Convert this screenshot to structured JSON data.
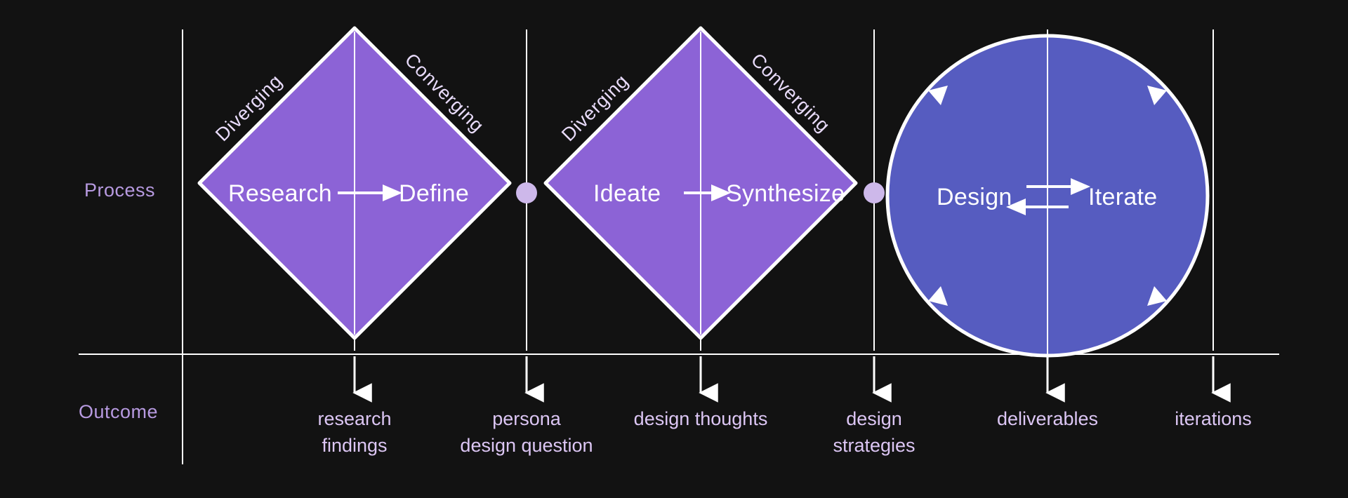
{
  "diagram": {
    "background_color": "#121212",
    "row_labels": {
      "process": "Process",
      "outcome": "Outcome"
    },
    "colors": {
      "diamond_fill": "#8C63D6",
      "circle_fill": "#565CC0",
      "dot_fill": "#CDB8EA",
      "stroke": "#FFFFFF",
      "row_label": "#B79AE0",
      "outcome_label": "#DCC6F4",
      "stage_label": "#FFFFFF",
      "phase_label": "#E9DCFB"
    },
    "phases": [
      {
        "shape": "diamond",
        "diverging_label": "Diverging",
        "converging_label": "Converging",
        "left_stage": "Research",
        "right_stage": "Define",
        "arrow": "right-arrow-icon"
      },
      {
        "shape": "diamond",
        "diverging_label": "Diverging",
        "converging_label": "Converging",
        "left_stage": "Ideate",
        "right_stage": "Synthesize",
        "arrow": "right-arrow-icon"
      },
      {
        "shape": "circle",
        "left_stage": "Design",
        "right_stage": "Iterate",
        "arrow": "bidirectional-arrow-icon"
      }
    ],
    "outcomes": [
      {
        "lines": [
          "research",
          "findings"
        ]
      },
      {
        "lines": [
          "persona",
          "design question"
        ]
      },
      {
        "lines": [
          "design thoughts"
        ]
      },
      {
        "lines": [
          "design",
          "strategies"
        ]
      },
      {
        "lines": [
          "deliverables"
        ]
      },
      {
        "lines": [
          "iterations"
        ]
      }
    ]
  }
}
